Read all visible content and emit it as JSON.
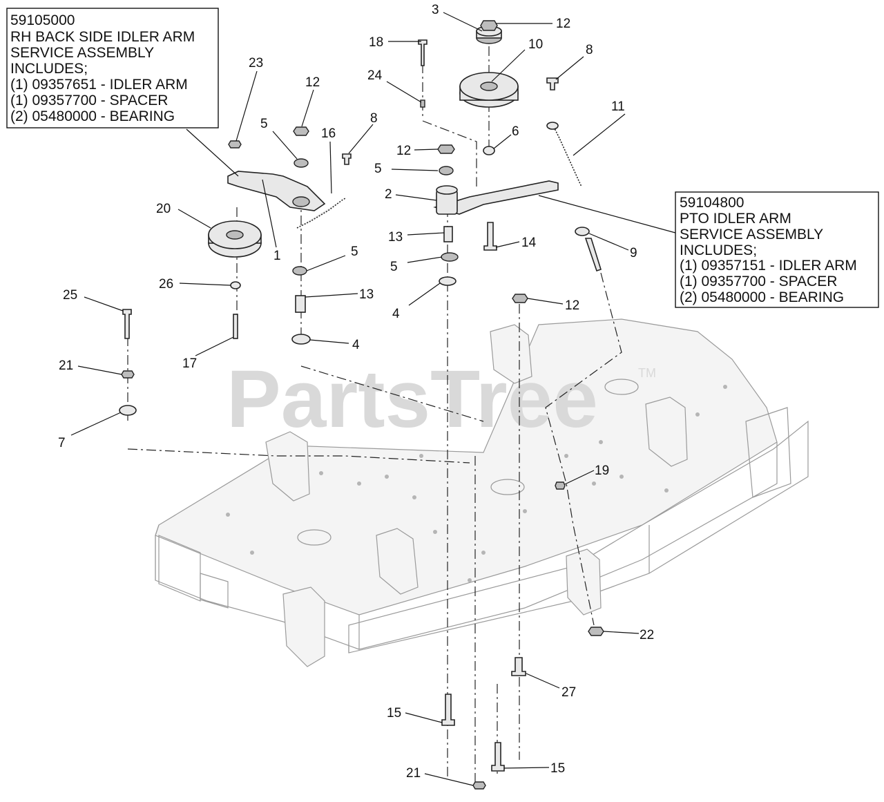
{
  "watermark": {
    "text": "PartsTree",
    "tm": "TM"
  },
  "info_boxes": [
    {
      "lines": [
        "59105000",
        "RH BACK SIDE IDLER ARM",
        "SERVICE ASSEMBLY",
        "INCLUDES;",
        "(1) 09357651 - IDLER ARM",
        "(1) 09357700 - SPACER",
        "(2) 05480000 - BEARING"
      ]
    },
    {
      "lines": [
        "59104800",
        "PTO IDLER ARM",
        "SERVICE ASSEMBLY",
        "INCLUDES;",
        "(1) 09357151 - IDLER ARM",
        "(1) 09357700 - SPACER",
        "(2) 05480000 - BEARING"
      ]
    }
  ],
  "callouts": [
    {
      "label": "3"
    },
    {
      "label": "12"
    },
    {
      "label": "18"
    },
    {
      "label": "10"
    },
    {
      "label": "8"
    },
    {
      "label": "24"
    },
    {
      "label": "23"
    },
    {
      "label": "12"
    },
    {
      "label": "8"
    },
    {
      "label": "16"
    },
    {
      "label": "5"
    },
    {
      "label": "11"
    },
    {
      "label": "6"
    },
    {
      "label": "12"
    },
    {
      "label": "5"
    },
    {
      "label": "2"
    },
    {
      "label": "20"
    },
    {
      "label": "1"
    },
    {
      "label": "13"
    },
    {
      "label": "14"
    },
    {
      "label": "5"
    },
    {
      "label": "9"
    },
    {
      "label": "5"
    },
    {
      "label": "26"
    },
    {
      "label": "13"
    },
    {
      "label": "4"
    },
    {
      "label": "25"
    },
    {
      "label": "12"
    },
    {
      "label": "4"
    },
    {
      "label": "21"
    },
    {
      "label": "17"
    },
    {
      "label": "7"
    },
    {
      "label": "19"
    },
    {
      "label": "22"
    },
    {
      "label": "27"
    },
    {
      "label": "15"
    },
    {
      "label": "15"
    },
    {
      "label": "21"
    }
  ]
}
